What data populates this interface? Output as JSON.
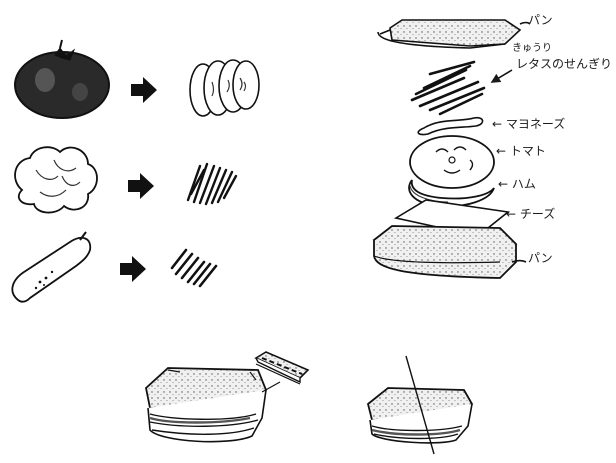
{
  "labels": {
    "bread_top": "パン",
    "cucumber_lettuce_line1": "きゅうり",
    "cucumber_lettuce_line2": "レタスのせんぎり",
    "mayonnaise": "← マヨネーズ",
    "tomato": "← トマト",
    "ham": "← ハム",
    "cheese": "← チーズ",
    "bread_bottom": "パン"
  },
  "icons": {
    "prep_rows": [
      "tomato-icon",
      "lettuce-icon",
      "cucumber-icon"
    ],
    "arrow": "right-arrow-icon"
  },
  "colors": {
    "ink": "#1a1a1a",
    "paper": "#ffffff",
    "bread_fill": "#f0f0f0",
    "tomato_fill": "#2a2a2a"
  }
}
